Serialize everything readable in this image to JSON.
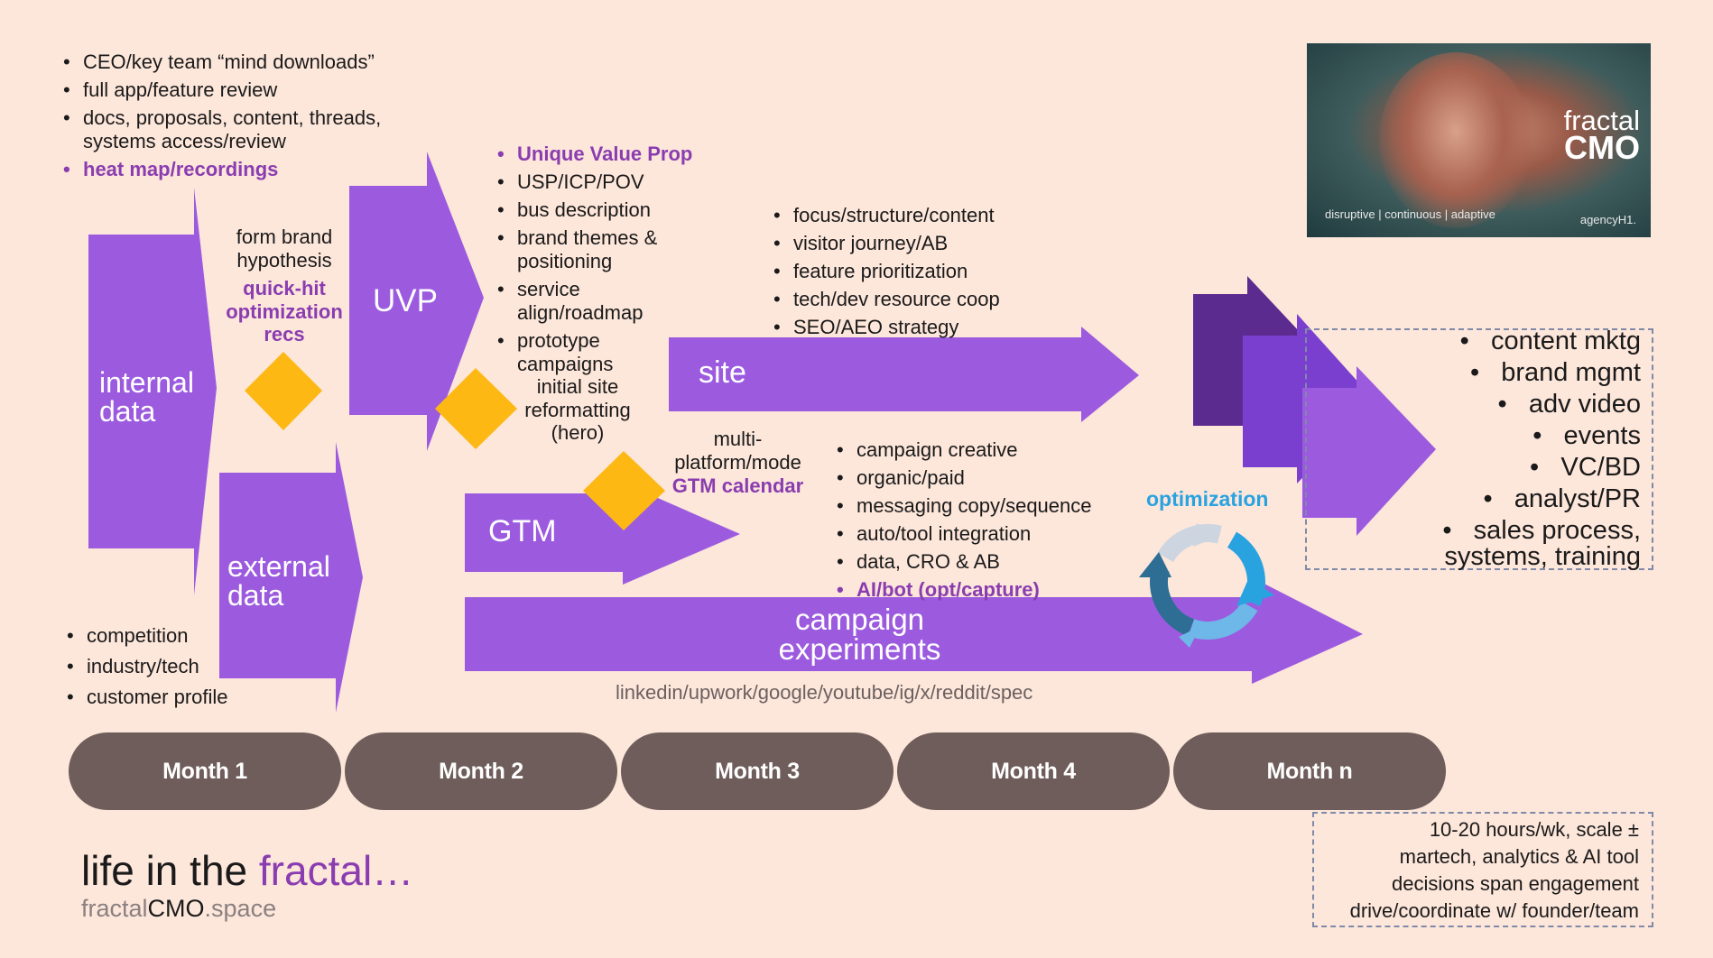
{
  "lists": {
    "intake": {
      "items": [
        "CEO/key team “mind downloads”",
        "full app/feature review",
        "docs, proposals, content, threads, systems access/review"
      ],
      "highlight": "heat map/recordings"
    },
    "uvp": {
      "highlight": "Unique Value Prop",
      "items": [
        "USP/ICP/POV",
        "bus description",
        "brand themes & positioning",
        "service align/roadmap",
        "prototype campaigns"
      ]
    },
    "site": {
      "items": [
        "focus/structure/content",
        "visitor journey/AB",
        "feature prioritization",
        "tech/dev resource coop",
        "SEO/AEO strategy"
      ]
    },
    "gtm": {
      "items": [
        "campaign creative",
        "organic/paid",
        "messaging copy/sequence",
        "auto/tool integration",
        "data, CRO & AB"
      ],
      "highlight": "AI/bot (opt/capture)"
    },
    "external": {
      "items": [
        "competition",
        "industry/tech",
        "customer profile"
      ]
    },
    "outcomes": {
      "items": [
        "content mktg",
        "brand mgmt",
        "adv video",
        "events",
        "VC/BD",
        "analyst/PR",
        "sales process, systems, training"
      ]
    }
  },
  "arrows": {
    "internal": "internal data",
    "external": "external data",
    "uvp": "UVP",
    "site": "site",
    "gtm": "GTM",
    "campaign": "campaign experiments"
  },
  "milestones": {
    "brand_hypothesis": "form brand hypothesis",
    "quick_hit": "quick-hit optimization recs",
    "site_reformat": "initial site reformatting (hero)",
    "multi_platform": "multi-platform/mode",
    "gtm_calendar": "GTM calendar",
    "optimization": "optimization"
  },
  "channels": "linkedin/upwork/google/youtube/ig/x/reddit/spec",
  "months": [
    "Month 1",
    "Month 2",
    "Month 3",
    "Month 4",
    "Month n"
  ],
  "engagement": [
    "10-20 hours/wk, scale ±",
    "martech, analytics & AI tool",
    "decisions span engagement",
    "drive/coordinate w/ founder/team"
  ],
  "footer": {
    "title_a": "life in the ",
    "title_b": "fractal…",
    "url_a": "fractal",
    "url_b": "CMO",
    "url_c": ".space"
  },
  "logo": {
    "line1": "fractal",
    "line2": "CMO",
    "tagline": "disruptive | continuous | adaptive",
    "agency": "agencyH1."
  },
  "colors": {
    "background": "#FDE6DA",
    "arrow_purple": "#9C5BDF",
    "dark_purple": "#5A2A8A",
    "diamond": "#FDB813",
    "highlight": "#8A3DB0",
    "month_pill": "#6E5D5A",
    "optimization_blue": "#29A3E0"
  },
  "icons": [
    "cycle-arrows-icon",
    "diamond-milestone-icon"
  ]
}
